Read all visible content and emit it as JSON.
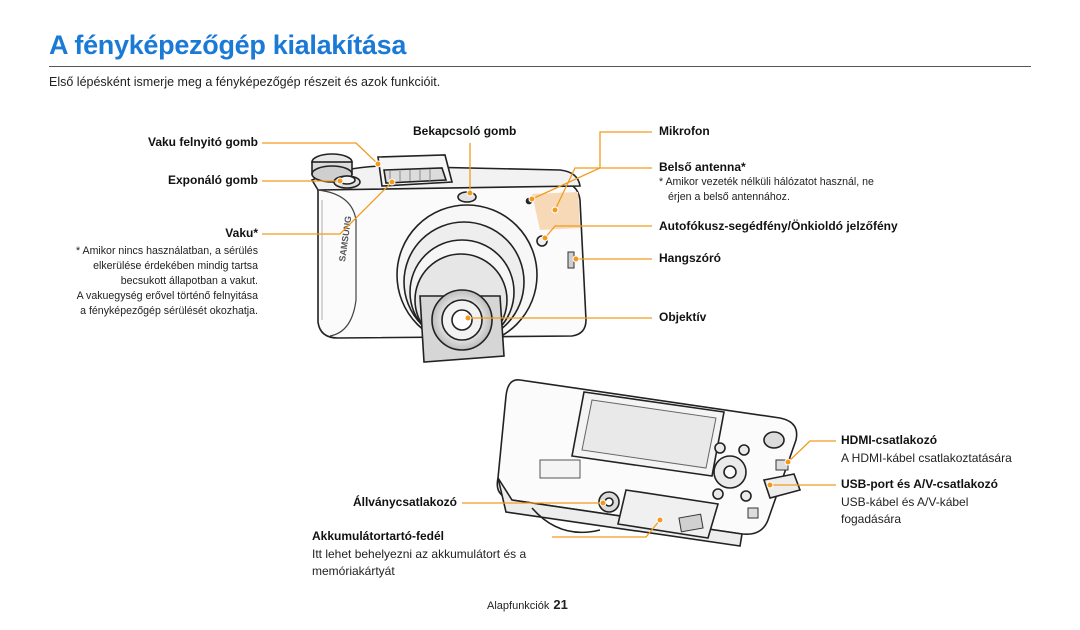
{
  "header": {
    "title": "A fényképezőgép kialakítása",
    "intro": "Első lépésként ismerje meg a fényképezőgép részeit és azok funkcióit."
  },
  "camera_front": {
    "brand": "SAMSUNG",
    "labels": {
      "flash_release": "Vaku felnyitó gomb",
      "shutter": "Exponáló gomb",
      "flash": "Vaku*",
      "power": "Bekapcsoló gomb",
      "microphone": "Mikrofon",
      "antenna": "Belső antenna*",
      "af_lamp": "Autofókusz-segédfény/Önkioldó jelzőfény",
      "speaker": "Hangszóró",
      "lens": "Objektív"
    },
    "notes": {
      "flash_note": [
        "* Amikor nincs használatban, a sérülés",
        "elkerülése érdekében mindig tartsa",
        "becsukott állapotban a vakut.",
        "A vakuegység erővel történő felnyitása",
        "a fényképezőgép sérülését okozhatja."
      ],
      "antenna_note": [
        "* Amikor vezeték nélküli hálózatot használ, ne",
        "érjen a belső antennához."
      ]
    }
  },
  "camera_bottom": {
    "labels": {
      "hdmi": "HDMI-csatlakozó",
      "usb": "USB-port és A/V-csatlakozó",
      "tripod": "Állványcsatlakozó",
      "battery": "Akkumulátortartó-fedél"
    },
    "descriptions": {
      "hdmi": "A HDMI-kábel csatlakoztatására",
      "usb": [
        "USB-kábel és A/V-kábel",
        "fogadására"
      ],
      "battery": [
        "Itt lehet behelyezni az akkumulátort és a",
        "memóriakártyát"
      ]
    }
  },
  "footer": {
    "section": "Alapfunkciók",
    "page": "21"
  },
  "colors": {
    "title": "#1a7ad6",
    "callout": "#f39a1e",
    "antenna": "#f7d9b8"
  }
}
